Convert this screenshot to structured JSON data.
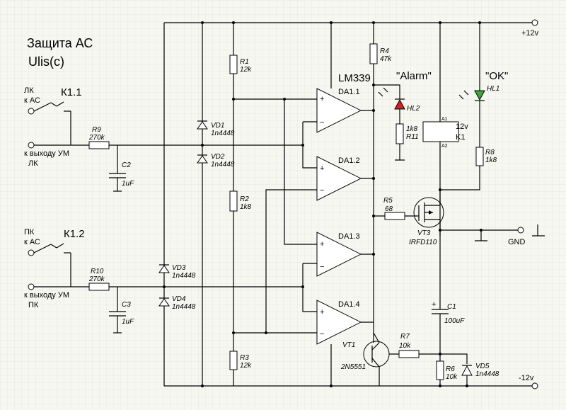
{
  "title": {
    "line1": "Защита АС",
    "line2": "Ulis(c)"
  },
  "rails": {
    "plus": "+12v",
    "minus": "-12v",
    "gnd": "GND"
  },
  "chip": "LM339",
  "alarm_label": "\"Alarm\"",
  "ok_label": "\"OK\"",
  "left_channel": {
    "relay_top": "ЛК",
    "relay_bot": "к АС",
    "relay_name": "К1.1",
    "out_label": "к выходу УМ",
    "out_sub": "ЛК",
    "r": "R9",
    "r_val": "270k",
    "c": "C2",
    "c_val": "1uF"
  },
  "right_channel": {
    "relay_top": "ПК",
    "relay_bot": "к АС",
    "relay_name": "К1.2",
    "out_label": "к выходу УМ",
    "out_sub": "ПК",
    "r": "R10",
    "r_val": "270k",
    "c": "C3",
    "c_val": "1uF"
  },
  "comparators": [
    "DA1.1",
    "DA1.2",
    "DA1.3",
    "DA1.4"
  ],
  "resistors": {
    "r1": "R1",
    "r1v": "12k",
    "r2": "R2",
    "r2v": "1k8",
    "r3": "R3",
    "r3v": "12k",
    "r4": "R4",
    "r4v": "47k",
    "r5": "R5",
    "r5v": "68",
    "r6": "R6",
    "r6v": "10k",
    "r7": "R7",
    "r7v": "10k",
    "r8": "R8",
    "r8v": "1k8",
    "r11": "R11",
    "r11v": "1k8"
  },
  "diodes": {
    "vd1": "VD1",
    "vd2": "VD2",
    "vd3": "VD3",
    "vd4": "VD4",
    "vd5": "VD5",
    "type": "1n4448"
  },
  "leds": {
    "hl1": "HL1",
    "hl2": "HL2",
    "hl1_color": "#3aa83a",
    "hl2_color": "#d42020"
  },
  "relay": {
    "name": "K1",
    "voltage": "12v",
    "a1": "A1",
    "a2": "A2"
  },
  "transistors": {
    "vt1": "VT1",
    "vt1_type": "2N5551",
    "vt3": "VT3",
    "vt3_type": "IRFD110"
  },
  "cap_c1": {
    "name": "C1",
    "value": "100uF"
  },
  "pin_plus": "+",
  "pin_minus": "−"
}
